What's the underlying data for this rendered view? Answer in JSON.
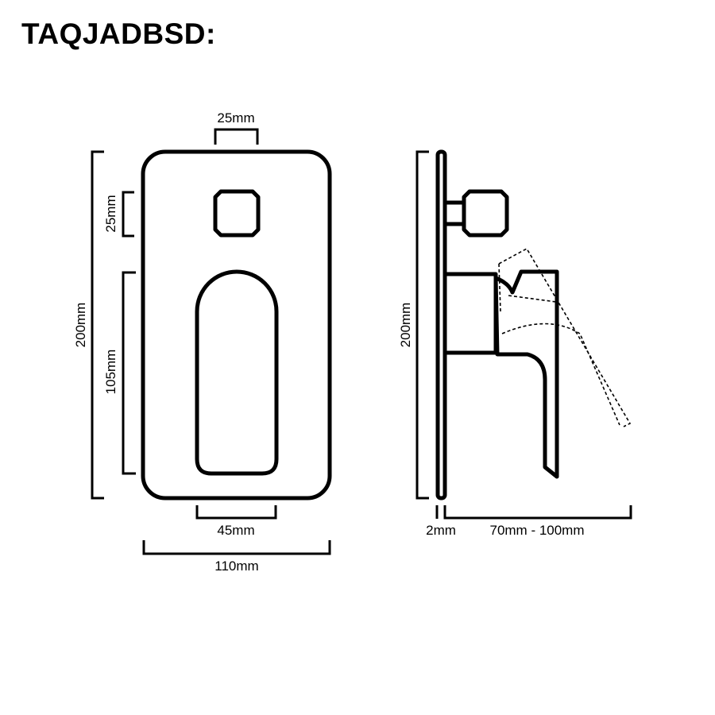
{
  "title": "TAQJADBSD:",
  "front_view": {
    "dim_top_width": "25mm",
    "dim_knob_height": "25mm",
    "dim_total_height": "200mm",
    "dim_handle_height": "105mm",
    "dim_handle_width": "45mm",
    "dim_total_width": "110mm"
  },
  "side_view": {
    "dim_total_height": "200mm",
    "dim_plate_thickness": "2mm",
    "dim_projection": "70mm - 100mm"
  }
}
